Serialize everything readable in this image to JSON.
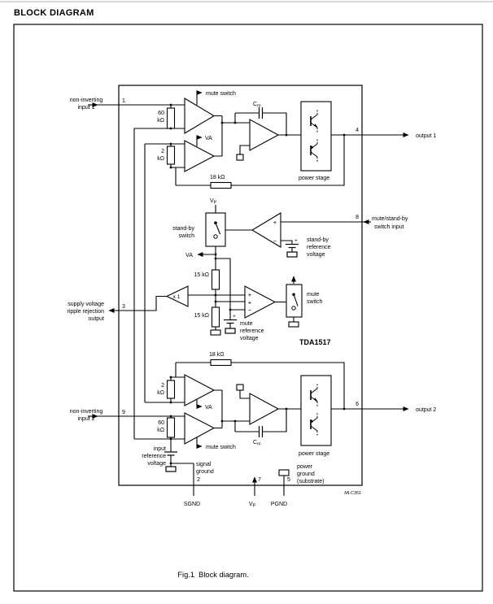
{
  "page": {
    "title": "BLOCK DIAGRAM",
    "caption": "Fig.1  Block diagram.",
    "drawing_code": "MLC351",
    "chip": "TDA1517"
  },
  "colors": {
    "ink": "#000000",
    "paper": "#ffffff",
    "top_rule": "#c8c8c8"
  },
  "pins": {
    "p1": {
      "num": "1",
      "label1": "non-inverting",
      "label2": "input 1"
    },
    "p3": {
      "num": "3",
      "label1": "supply voltage",
      "label2": "ripple rejection",
      "label3": "output"
    },
    "p9": {
      "num": "9",
      "label1": "non-inverting",
      "label2": "input 2"
    },
    "p4": {
      "num": "4",
      "label": "output 1"
    },
    "p8": {
      "num": "8",
      "label1": "mute/stand-by",
      "label2": "switch input"
    },
    "p6": {
      "num": "6",
      "label": "output 2"
    },
    "p2": {
      "num": "2",
      "label1": "signal",
      "label2": "ground",
      "name": "SGND"
    },
    "p7": {
      "num": "7",
      "name_base": "V",
      "name_sub": "P"
    },
    "p5": {
      "num": "5",
      "label1": "power",
      "label2": "ground",
      "label3": "(substrate)",
      "name": "PGND"
    }
  },
  "parts": {
    "r60_value": "60",
    "r60_unit": "kΩ",
    "r2_value": "2",
    "r2_unit": "kΩ",
    "r18": "18 kΩ",
    "r15": "15 kΩ",
    "cap_base": "C",
    "cap_sub": "m",
    "vp_base": "V",
    "vp_sub": "P",
    "x1": "x 1",
    "va": "VA",
    "mute_switch_arrow": "mute switch",
    "standby_switch1": "stand-by",
    "standby_switch2": "switch",
    "standby_ref1": "stand-by",
    "standby_ref2": "reference",
    "standby_ref3": "voltage",
    "mute_ref1": "mute",
    "mute_ref2": "reference",
    "mute_ref3": "voltage",
    "mute_switch1": "mute",
    "mute_switch2": "switch",
    "input_ref1": "input",
    "input_ref2": "reference",
    "input_ref3": "voltage",
    "power_stage": "power stage",
    "plus": "+",
    "minus": "−"
  }
}
